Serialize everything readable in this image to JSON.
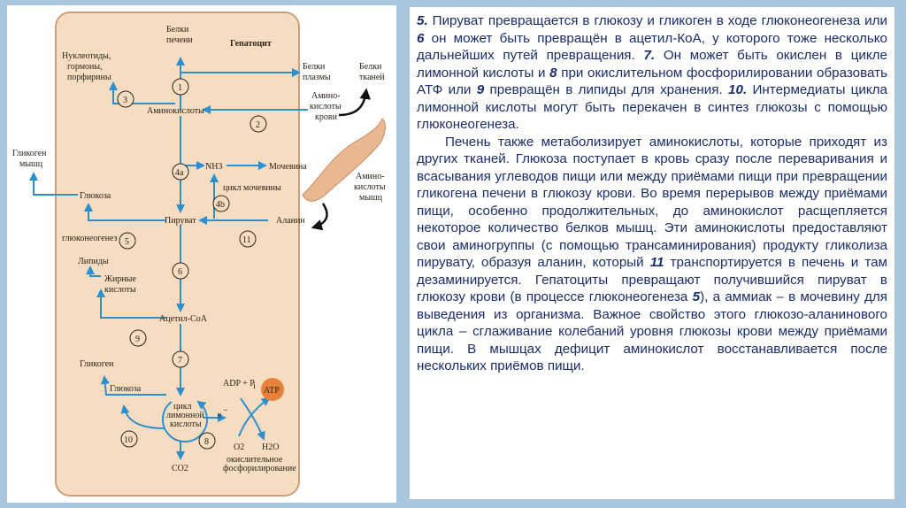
{
  "figure": {
    "cell_title": "Гепатоцит",
    "labels": {
      "liver_proteins": [
        "Белки",
        "печени"
      ],
      "plasma_proteins": [
        "Белки",
        "плазмы"
      ],
      "tissue_proteins": [
        "Белки",
        "тканей"
      ],
      "nucleotides": [
        "Нуклеотиды,",
        "гормоны,",
        "порфирины"
      ],
      "amino_acids": "Аминокислоты",
      "blood_amino_acids": [
        "Амино-",
        "кислоты",
        "крови"
      ],
      "muscle_glycogen": [
        "Гликоген",
        "мышц"
      ],
      "nh3": "NH3",
      "urea": "Мочевина",
      "urea_cycle": "цикл мочевины",
      "muscle_amino_acids": [
        "Амино-",
        "кислоты",
        "мышц"
      ],
      "glucose_top": "Глюкоза",
      "pyruvate": "Пируват",
      "alanine": "Аланин",
      "gluconeogenesis": "глюконеогенез",
      "lipids": "Липиды",
      "fatty_acids": [
        "Жирные",
        "кислоты"
      ],
      "acetyl_coa": "Ацетил-CoA",
      "glycogen": "Гликоген",
      "glucose_bottom": "Глюкоза",
      "adp": "ADP + P",
      "adp_sub": "i",
      "atp": "ATP",
      "tca": [
        "цикл",
        "лимонной",
        "кислоты"
      ],
      "electron": "e",
      "electron_sup": "−",
      "o2": "O2",
      "h2o": "H2O",
      "ox_phos": [
        "окислительное",
        "фосфорилирование"
      ],
      "co2": "CO2"
    },
    "step_numbers": {
      "s1": "1",
      "s2": "2",
      "s3": "3",
      "s4a": "4a",
      "s4b": "4b",
      "s5": "5",
      "s6": "6",
      "s7": "7",
      "s8": "8",
      "s9": "9",
      "s10": "10",
      "s11": "11"
    },
    "colors": {
      "cell_bg": "#f6dcc0",
      "cell_border": "#caa07d",
      "arrow": "#2b8fd0",
      "atp_fill": "#e8823a",
      "muscle": "#e9b890",
      "text": "#1a2d6b"
    }
  },
  "text": {
    "p1": [
      {
        "t": "5.",
        "b": true
      },
      {
        "t": " Пируват превращается в глюкозу и гликоген в ходе глюконеогенеза или "
      },
      {
        "t": "6",
        "b": true
      },
      {
        "t": " он может быть превращён в ацетил-КоА, у которого тоже несколько дальнейших путей превращения. "
      },
      {
        "t": "7.",
        "b": true
      },
      {
        "t": " Он может быть окислен в цикле лимонной кислоты и "
      },
      {
        "t": "8",
        "b": true
      },
      {
        "t": " при окислительном фосфорилировании образовать АТФ или "
      },
      {
        "t": "9",
        "b": true
      },
      {
        "t": " превращён в липиды для хранения. "
      },
      {
        "t": "10.",
        "b": true
      },
      {
        "t": " Интермедиаты цикла лимонной кислоты могут быть перекачен в синтез глюкозы с помощью глюконеогенеза."
      }
    ],
    "p2": [
      {
        "t": "Печень также метаболизирует аминокислоты, которые приходят из других тканей. Глюкоза поступает в кровь сразу после переваривания и всасывания углеводов пищи или между приёмами пищи при превращении гликогена печени в глюкозу крови. Во время перерывов между приёмами пищи, особенно продолжительных, до аминокислот расщепляется некоторое количество белков мышц. Эти аминокислоты предоставляют свои аминогруппы (с помощью трансаминирования) продукту гликолиза пирувату, образуя аланин, который "
      },
      {
        "t": "11",
        "b": true
      },
      {
        "t": " транспортируется в печень и там дезаминируется. Гепатоциты превращают получившийся пируват в глюкозу крови (в процессе глюконеогенеза "
      },
      {
        "t": "5",
        "b": true
      },
      {
        "t": "), а аммиак – в мочевину для выведения из организма. Важное свойство этого глюкозо-аланинового цикла – сглаживание колебаний уровня глюкозы крови между приёмами пищи. В мышцах дефицит аминокислот восстанавливается после нескольких приёмов пищи."
      }
    ]
  }
}
